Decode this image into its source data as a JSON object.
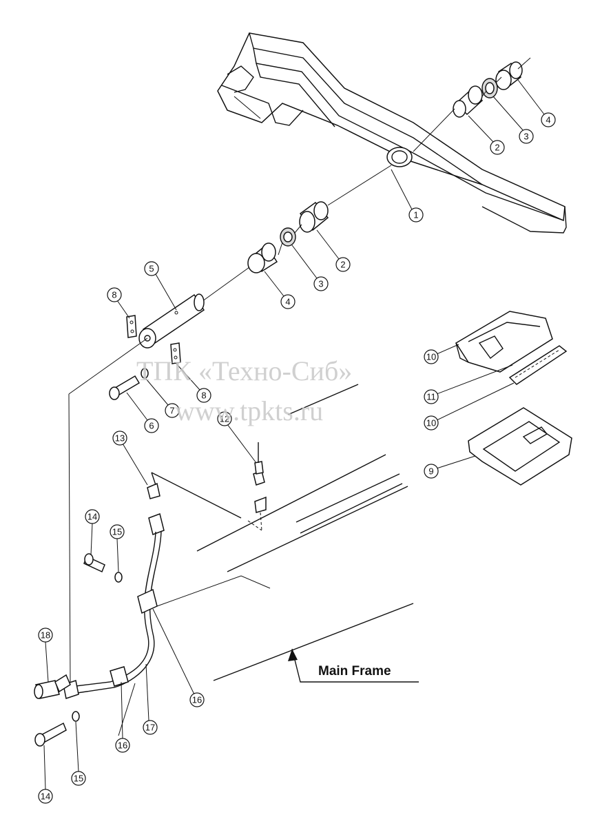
{
  "watermark": {
    "line1": "ТПК «Техно-Сиб»",
    "line2": "www.tpkts.ru"
  },
  "labels": {
    "main_frame": "Main Frame"
  },
  "callouts": [
    "1",
    "2",
    "3",
    "4",
    "2",
    "3",
    "4",
    "5",
    "6",
    "7",
    "8",
    "8",
    "9",
    "10",
    "10",
    "11",
    "12",
    "13",
    "14",
    "15",
    "14",
    "15",
    "16",
    "16",
    "17",
    "18"
  ]
}
